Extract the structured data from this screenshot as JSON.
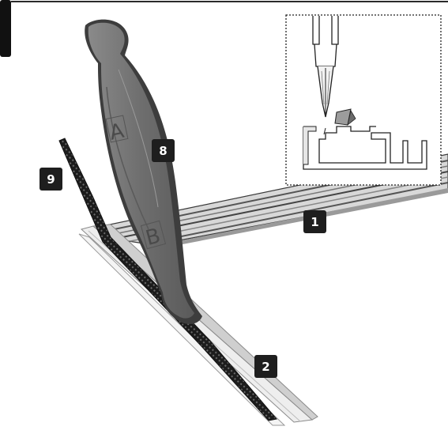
{
  "figure": {
    "callouts": [
      {
        "id": "callout-1",
        "label": "1",
        "part": "rail-profile"
      },
      {
        "id": "callout-2",
        "label": "2",
        "part": "aluminium-track"
      },
      {
        "id": "callout-8",
        "label": "8",
        "part": "insertion-tool"
      },
      {
        "id": "callout-9",
        "label": "9",
        "part": "rubber-seal-strip"
      }
    ],
    "tool_letters": {
      "a": "A",
      "b": "B"
    },
    "colors": {
      "callout_bg": "#1e1e1e",
      "callout_text": "#ffffff",
      "tool_fill": "#747474",
      "tool_edge": "#3a3a3a",
      "rail_light": "#e6e6e6",
      "rail_dark": "#4a4a4a",
      "seal": "#2b2b2b"
    }
  }
}
